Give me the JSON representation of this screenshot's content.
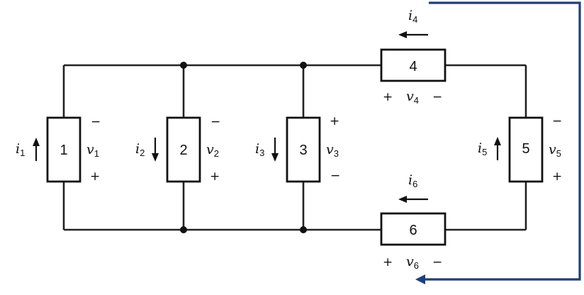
{
  "elements": [
    {
      "id": "1",
      "label": "1",
      "current": {
        "sym": "i",
        "sub": "1"
      },
      "voltage": {
        "sym": "v",
        "sub": "1"
      },
      "top_sign": "−",
      "bottom_sign": "+"
    },
    {
      "id": "2",
      "label": "2",
      "current": {
        "sym": "i",
        "sub": "2"
      },
      "voltage": {
        "sym": "v",
        "sub": "2"
      },
      "top_sign": "−",
      "bottom_sign": "+"
    },
    {
      "id": "3",
      "label": "3",
      "current": {
        "sym": "i",
        "sub": "3"
      },
      "voltage": {
        "sym": "v",
        "sub": "3"
      },
      "top_sign": "+",
      "bottom_sign": "−"
    },
    {
      "id": "4",
      "label": "4",
      "current": {
        "sym": "i",
        "sub": "4"
      },
      "voltage": {
        "sym": "v",
        "sub": "4"
      },
      "left_sign": "+",
      "right_sign": "−"
    },
    {
      "id": "5",
      "label": "5",
      "current": {
        "sym": "i",
        "sub": "5"
      },
      "voltage": {
        "sym": "v",
        "sub": "5"
      },
      "top_sign": "−",
      "bottom_sign": "+"
    },
    {
      "id": "6",
      "label": "6",
      "current": {
        "sym": "i",
        "sub": "6"
      },
      "voltage": {
        "sym": "v",
        "sub": "6"
      },
      "left_sign": "+",
      "right_sign": "−"
    }
  ],
  "colors": {
    "wire": "#222222",
    "highlight_path": "#1f3f7a"
  }
}
